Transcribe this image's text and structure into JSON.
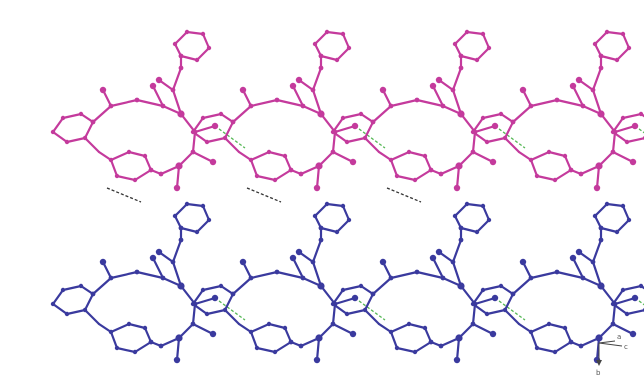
{
  "colors": {
    "upper_layer": "#c43a9c",
    "lower_layer": "#3a3a9e",
    "hbond_intra": "#56b856",
    "hbond_inter": "#333333",
    "axis": "#444444",
    "background": "#ffffff"
  },
  "axes": {
    "a_label": "a",
    "b_label": "b",
    "c_label": "c"
  }
}
